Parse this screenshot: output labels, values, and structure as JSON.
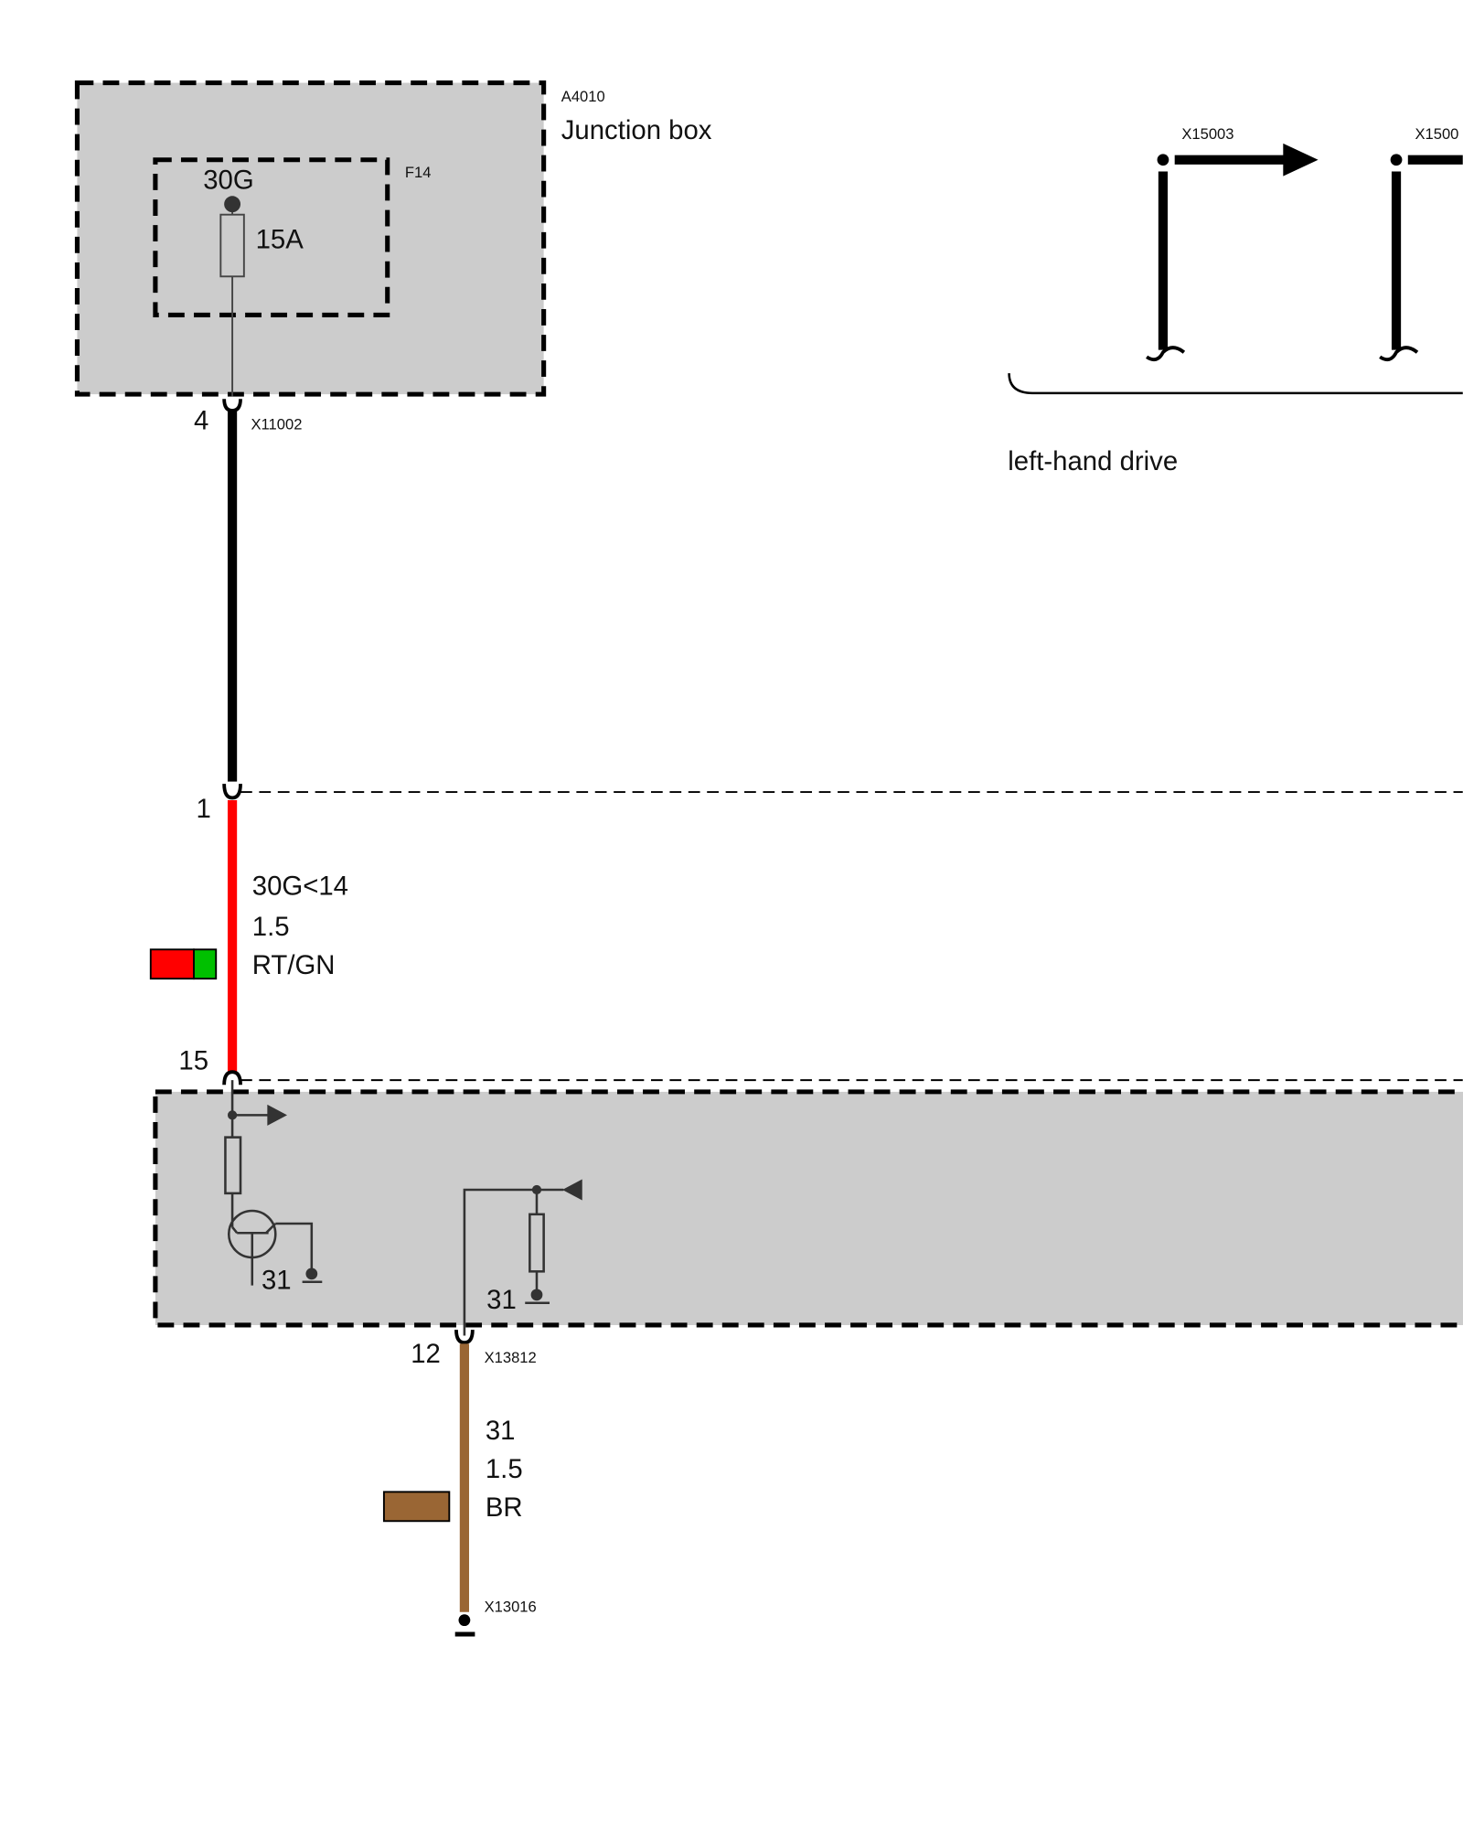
{
  "junction_box": {
    "id": "A4010",
    "title": "Junction box",
    "fuse_id": "F14",
    "fuse_terminal": "30G",
    "fuse_rating": "15A"
  },
  "connector_top": {
    "pin": "4",
    "id": "X11002"
  },
  "wire_red": {
    "pin_top": "1",
    "signal": "30G<14",
    "gauge": "1.5",
    "color": "RT/GN",
    "pin_bottom": "15",
    "colors": [
      "#ff0000",
      "#00c000"
    ]
  },
  "module": {
    "ground_label_1": "31",
    "ground_label_2": "31"
  },
  "connector_module": {
    "pin": "12",
    "id": "X13812"
  },
  "wire_brown": {
    "signal": "31",
    "gauge": "1.5",
    "color": "BR",
    "hex": "#9a6634"
  },
  "ground_point": {
    "id": "X13016"
  },
  "top_right": {
    "connector_1": "X15003",
    "connector_2": "X1500",
    "variant_label": "left-hand drive"
  }
}
